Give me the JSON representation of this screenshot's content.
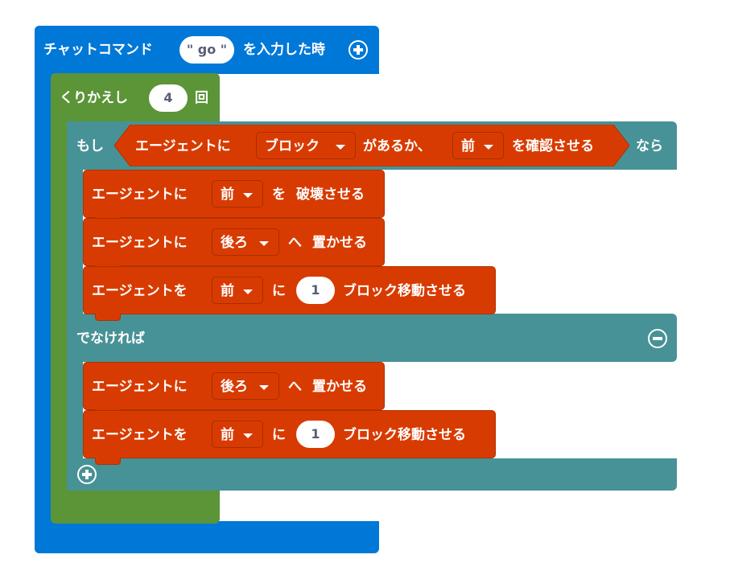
{
  "event": {
    "label_before": "チャットコマンド",
    "command": "\" go \"",
    "label_after": "を入力した時"
  },
  "repeat": {
    "label": "くりかえし",
    "count": "4",
    "unit": "回"
  },
  "if_block": {
    "label_if": "もし",
    "condition": {
      "label_agent": "エージェントに",
      "block_dropdown": "ブロック",
      "label_mid": "があるか、",
      "direction_dropdown": "前",
      "label_end": "を確認させる"
    },
    "label_then": "なら",
    "label_else": "でなければ"
  },
  "then_blocks": [
    {
      "label": "エージェントに",
      "dropdown": "前",
      "suffix": "を",
      "action": "破壊させる"
    },
    {
      "label": "エージェントに",
      "dropdown": "後ろ",
      "suffix": "へ",
      "action": "置かせる"
    },
    {
      "label": "エージェントを",
      "dropdown": "前",
      "suffix": "に",
      "number": "1",
      "action": "ブロック移動させる"
    }
  ],
  "else_blocks": [
    {
      "label": "エージェントに",
      "dropdown": "後ろ",
      "suffix": "へ",
      "action": "置かせる"
    },
    {
      "label": "エージェントを",
      "dropdown": "前",
      "suffix": "に",
      "number": "1",
      "action": "ブロック移動させる"
    }
  ],
  "colors": {
    "event": "#0078D7",
    "loop": "#5C9438",
    "logic": "#479296",
    "agent": "#D83B01"
  }
}
